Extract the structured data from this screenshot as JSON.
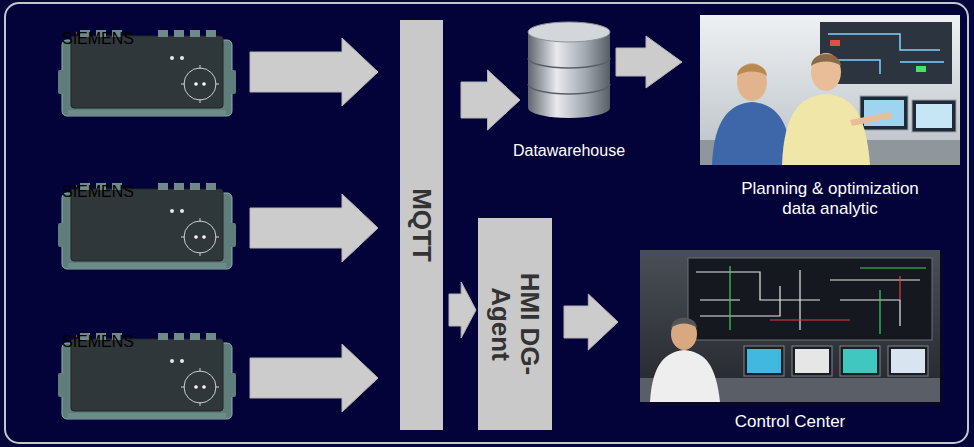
{
  "diagram": {
    "nodes": [
      {
        "text": [
          "SIEMENS"
        ]
      },
      {
        "text": [
          "SIEMENS"
        ]
      },
      {
        "text": [
          "SIEMENS"
        ]
      },
      {
        "text": [
          "MQTT"
        ]
      },
      {
        "text": [
          "Datawarehouse"
        ]
      },
      {
        "text": [
          "Planning & optimization data analytic"
        ]
      },
      {
        "text": [
          "HMI DG-Agent"
        ]
      },
      {
        "text": [
          "Control Center"
        ]
      }
    ],
    "edges": [
      {
        "from": 0,
        "to": 3,
        "arrow": "to"
      },
      {
        "from": 1,
        "to": 3,
        "arrow": "to"
      },
      {
        "from": 2,
        "to": 3,
        "arrow": "to"
      },
      {
        "from": 3,
        "to": 4,
        "arrow": "to"
      },
      {
        "from": 4,
        "to": 5,
        "arrow": "to"
      },
      {
        "from": 3,
        "to": 6,
        "arrow": "to"
      },
      {
        "from": 6,
        "to": 7,
        "arrow": "to"
      }
    ]
  }
}
